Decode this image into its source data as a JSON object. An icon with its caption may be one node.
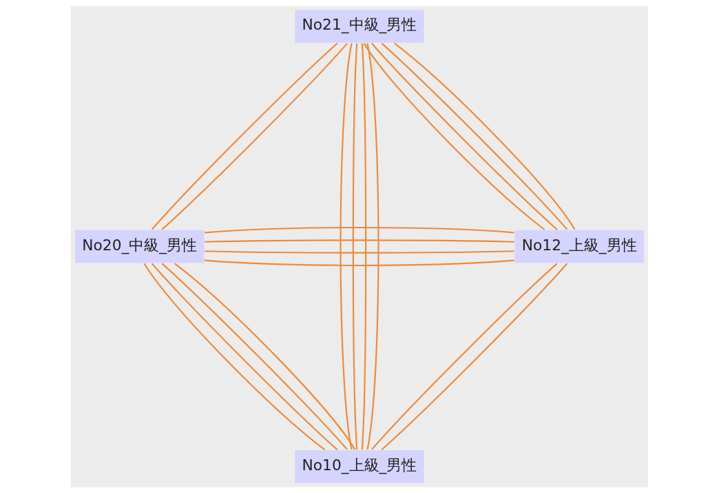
{
  "diagram": {
    "nodes": [
      {
        "text": [
          "No10_上級_男性"
        ]
      },
      {
        "text": [
          "No12_上級_男性"
        ]
      },
      {
        "text": [
          "No21_中級_男性"
        ]
      },
      {
        "text": [
          "No20_中級_男性"
        ]
      }
    ],
    "edges": [
      {
        "from": 0,
        "to": 1,
        "arrow": "none"
      },
      {
        "from": 0,
        "to": 1,
        "arrow": "none"
      },
      {
        "from": 0,
        "to": 2,
        "arrow": "none"
      },
      {
        "from": 0,
        "to": 2,
        "arrow": "none"
      },
      {
        "from": 0,
        "to": 2,
        "arrow": "none"
      },
      {
        "from": 0,
        "to": 2,
        "arrow": "none"
      },
      {
        "from": 0,
        "to": 3,
        "arrow": "none"
      },
      {
        "from": 0,
        "to": 3,
        "arrow": "none"
      },
      {
        "from": 0,
        "to": 3,
        "arrow": "none"
      },
      {
        "from": 0,
        "to": 3,
        "arrow": "none"
      },
      {
        "from": 1,
        "to": 2,
        "arrow": "none"
      },
      {
        "from": 1,
        "to": 2,
        "arrow": "none"
      },
      {
        "from": 1,
        "to": 2,
        "arrow": "none"
      },
      {
        "from": 1,
        "to": 2,
        "arrow": "none"
      },
      {
        "from": 1,
        "to": 3,
        "arrow": "none"
      },
      {
        "from": 1,
        "to": 3,
        "arrow": "none"
      },
      {
        "from": 1,
        "to": 3,
        "arrow": "none"
      },
      {
        "from": 1,
        "to": 3,
        "arrow": "none"
      },
      {
        "from": 2,
        "to": 3,
        "arrow": "none"
      },
      {
        "from": 2,
        "to": 3,
        "arrow": "none"
      }
    ]
  }
}
